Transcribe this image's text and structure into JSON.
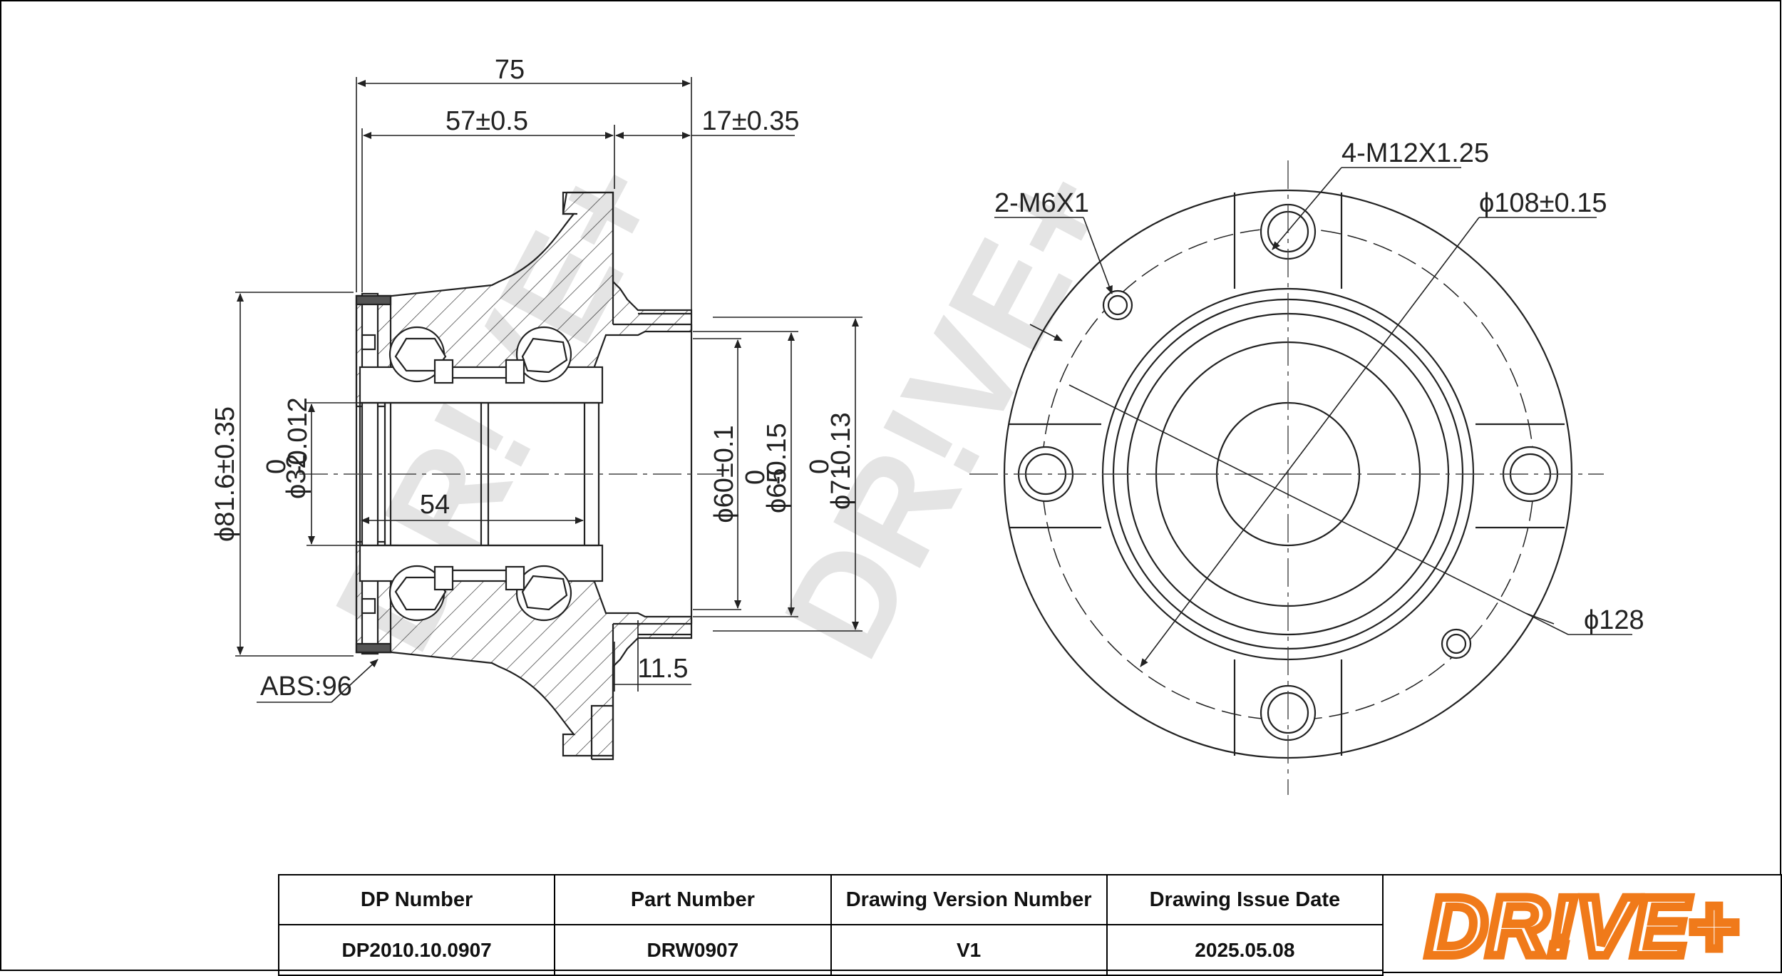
{
  "drawing": {
    "watermark": "DR!VE+",
    "side_view": {
      "dim_total_width": "75",
      "dim_flange_offset": "57±0.5",
      "dim_spigot": "17±0.35",
      "dim_bore_depth": "54",
      "dim_outer_dia": "ϕ81.6±0.35",
      "dim_bore_dia": "ϕ32",
      "dim_bore_tol_upper": "0",
      "dim_bore_tol_lower": "-0.012",
      "dim_spigot_dia": "ϕ60±0.1",
      "dim_hub_dia": "ϕ65",
      "dim_hub_tol_upper": "0",
      "dim_hub_tol_lower": "-0.15",
      "dim_pilot_dia": "ϕ71",
      "dim_pilot_tol_upper": "0",
      "dim_pilot_tol_lower": "-0.13",
      "dim_flange_thickness": "11.5",
      "abs_label": "ABS:96"
    },
    "front_view": {
      "small_threads": "2-M6X1",
      "stud_threads": "4-M12X1.25",
      "pcd": "ϕ108±0.15",
      "flange_dia": "ϕ128"
    }
  },
  "title_block": {
    "headers": [
      "DP Number",
      "Part Number",
      "Drawing Version Number",
      "Drawing Issue Date"
    ],
    "values": [
      "DP2010.10.0907",
      "DRW0907",
      "V1",
      "2025.05.08"
    ],
    "logo_text": "DR!VE+",
    "logo_color": "#f07a1a"
  },
  "colors": {
    "line": "#222222",
    "watermark": "#e6e6e6"
  }
}
